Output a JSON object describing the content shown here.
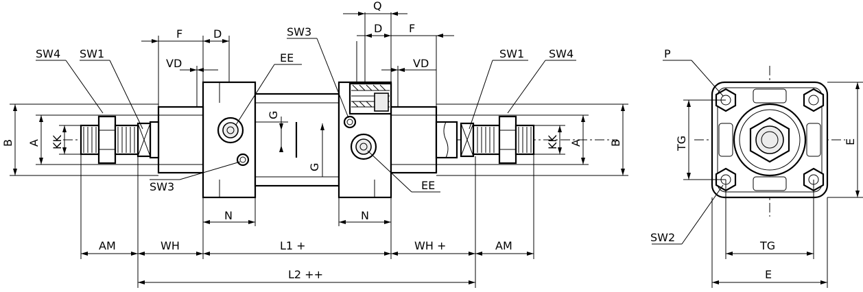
{
  "labels": {
    "q": "Q",
    "f_left": "F",
    "d_left": "D",
    "d_right": "D",
    "f_right": "F",
    "vd_left": "VD",
    "vd_right": "VD",
    "sw3_top": "SW3",
    "sw3_bottom": "SW3",
    "sw4_left": "SW4",
    "sw1_left": "SW1",
    "sw1_right": "SW1",
    "sw4_right": "SW4",
    "ee_top": "EE",
    "ee_bottom": "EE",
    "g_top": "G",
    "g_bottom": "G",
    "b_left": "B",
    "a_left": "A",
    "kk_left": "KK",
    "kk_right": "KK",
    "a_right": "A",
    "b_right": "B",
    "n_left": "N",
    "n_right": "N",
    "am_left": "AM",
    "wh_left": "WH",
    "l1": "L1 +",
    "wh_right": "WH +",
    "am_right": "AM",
    "l2": "L2 ++",
    "p": "P",
    "tg_vertical": "TG",
    "e_vertical": "E",
    "sw2": "SW2",
    "tg_horizontal": "TG",
    "e_horizontal": "E"
  }
}
